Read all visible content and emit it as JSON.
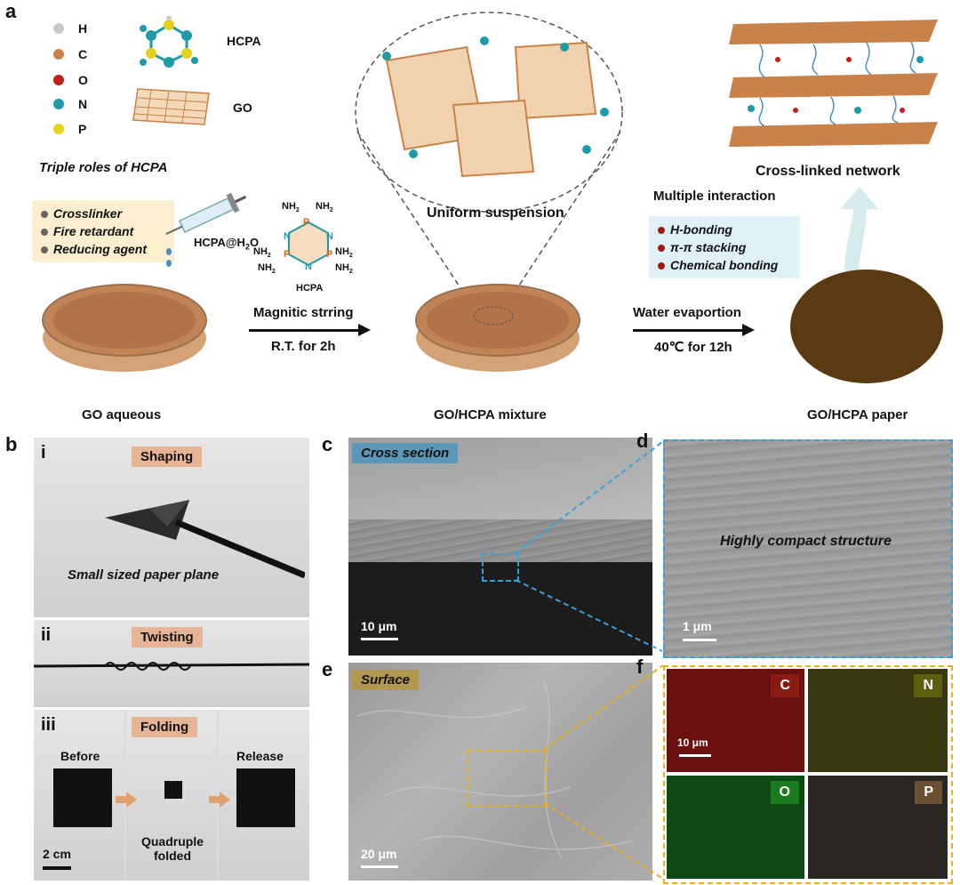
{
  "panel_a": {
    "letter": "a",
    "legend": [
      {
        "symbol": "H",
        "color": "#c8c8c8"
      },
      {
        "symbol": "C",
        "color": "#c8824a"
      },
      {
        "symbol": "O",
        "color": "#c0201a"
      },
      {
        "symbol": "N",
        "color": "#1e9aa8"
      },
      {
        "symbol": "P",
        "color": "#e6d21a"
      }
    ],
    "hcpa_label": "HCPA",
    "go_label": "GO",
    "triple_roles_title": "Triple roles of HCPA",
    "roles": [
      "Crosslinker",
      "Fire retardant",
      "Reducing agent"
    ],
    "syringe_label_main": "HCPA@H",
    "syringe_label_sub": "2",
    "syringe_label_end": "O",
    "molecule_name": "HCPA",
    "molecule_atoms": {
      "nh2": "NH",
      "nh2_sub": "2",
      "p": "P",
      "n": "N"
    },
    "uniform_suspension": "Uniform suspension",
    "step1_top": "Magnitic strring",
    "step1_bottom": "R.T. for 2h",
    "step2_top": "Water evaportion",
    "step2_bottom": "40℃ for 12h",
    "cross_linked_network": "Cross-linked network",
    "multiple_interaction_title": "Multiple interaction",
    "interactions": [
      "H-bonding",
      "π-π stacking",
      "Chemical bonding"
    ],
    "go_aqueous": "GO aqueous",
    "mixture": "GO/HCPA mixture",
    "paper": "GO/HCPA paper"
  },
  "panel_b": {
    "letter": "b",
    "i_label": "i",
    "shaping": "Shaping",
    "paper_plane": "Small sized paper plane",
    "ii_label": "ii",
    "twisting": "Twisting",
    "iii_label": "iii",
    "folding": "Folding",
    "before": "Before",
    "quadruple": "Quadruple",
    "folded": "folded",
    "release": "Release",
    "scale": "2 cm"
  },
  "panel_c": {
    "letter": "c",
    "tag": "Cross section",
    "scale": "10 μm"
  },
  "panel_d": {
    "letter": "d",
    "caption": "Highly compact structure",
    "scale": "1 μm"
  },
  "panel_e": {
    "letter": "e",
    "tag": "Surface",
    "scale": "20 μm"
  },
  "panel_f": {
    "letter": "f",
    "maps": [
      {
        "element": "C",
        "bg": "#6a1010",
        "badge": "#8a1a14"
      },
      {
        "element": "N",
        "bg": "#38380f",
        "badge": "#5e5e10"
      },
      {
        "element": "O",
        "bg": "#0d4a14",
        "badge": "#1a7a1e"
      },
      {
        "element": "P",
        "bg": "#2a2622",
        "badge": "#6a5030"
      }
    ],
    "scale": "10 μm"
  }
}
